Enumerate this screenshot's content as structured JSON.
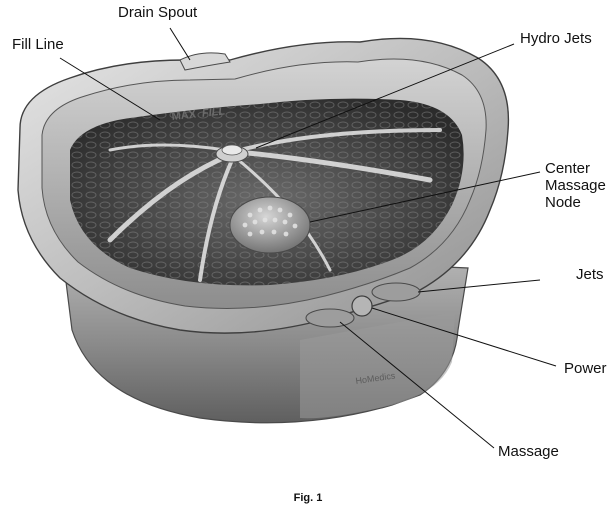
{
  "labels": {
    "drain_spout": "Drain Spout",
    "fill_line": "Fill Line",
    "hydro_jets": "Hydro Jets",
    "center_massage_node": [
      "Center",
      "Massage",
      "Node"
    ],
    "jets": "Jets",
    "power": "Power",
    "massage": "Massage"
  },
  "basin_markings": {
    "max": "MAX",
    "fill": "FILL"
  },
  "caption": "Fig. 1",
  "colors": {
    "body_dark": "#6f6f6f",
    "body_mid": "#a4a4a4",
    "body_light": "#d9d9d9",
    "water": "#4a4a4a",
    "leader_line": "#111111"
  }
}
